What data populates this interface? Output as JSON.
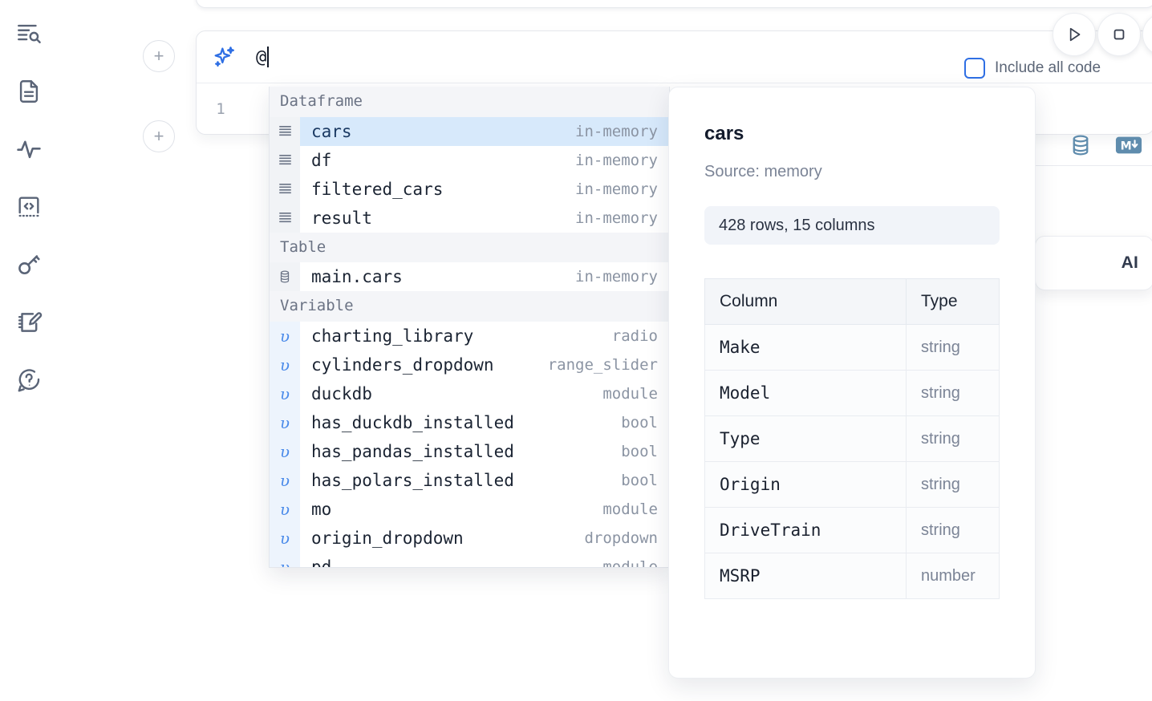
{
  "rail": {
    "items": [
      {
        "name": "explore-icon",
        "label": "Explore"
      },
      {
        "name": "file-icon",
        "label": "Files"
      },
      {
        "name": "activity-icon",
        "label": "Activity"
      },
      {
        "name": "snippets-icon",
        "label": "Snippets"
      },
      {
        "name": "secrets-key-icon",
        "label": "Secrets"
      },
      {
        "name": "scratchpad-icon",
        "label": "Scratchpad"
      },
      {
        "name": "help-icon",
        "label": "Help"
      }
    ]
  },
  "toolbar": {
    "run_label": "Run",
    "stop_label": "Stop",
    "more_label": "More",
    "include_all_code_label": "Include all code",
    "include_all_code_checked": false,
    "database_icon": "database-icon",
    "markdown_icon": "markdown-icon",
    "markdown_badge": "M↓",
    "ai_chip_label": "AI",
    "accent_color": "#2f6fe4"
  },
  "cell": {
    "add_button_label": "+",
    "ai_icon": "sparkle-icon",
    "ai_prompt_value": "@",
    "ai_prompt_placeholder": "",
    "line_number": "1",
    "code_value": ""
  },
  "autocomplete": {
    "selected": "cars",
    "groups": [
      {
        "label": "Dataframe",
        "icon": "dataframe-icon",
        "kind": "df",
        "items": [
          {
            "name": "cars",
            "type": "in-memory",
            "selected": true
          },
          {
            "name": "df",
            "type": "in-memory",
            "selected": false
          },
          {
            "name": "filtered_cars",
            "type": "in-memory",
            "selected": false
          },
          {
            "name": "result",
            "type": "in-memory",
            "selected": false
          }
        ]
      },
      {
        "label": "Table",
        "icon": "table-icon",
        "kind": "table",
        "items": [
          {
            "name": "main.cars",
            "type": "in-memory",
            "selected": false
          }
        ]
      },
      {
        "label": "Variable",
        "icon": "variable-icon",
        "kind": "var",
        "items": [
          {
            "name": "charting_library",
            "type": "radio",
            "selected": false
          },
          {
            "name": "cylinders_dropdown",
            "type": "range_slider",
            "selected": false
          },
          {
            "name": "duckdb",
            "type": "module",
            "selected": false
          },
          {
            "name": "has_duckdb_installed",
            "type": "bool",
            "selected": false
          },
          {
            "name": "has_pandas_installed",
            "type": "bool",
            "selected": false
          },
          {
            "name": "has_polars_installed",
            "type": "bool",
            "selected": false
          },
          {
            "name": "mo",
            "type": "module",
            "selected": false
          },
          {
            "name": "origin_dropdown",
            "type": "dropdown",
            "selected": false
          },
          {
            "name": "pd",
            "type": "module",
            "selected": false
          }
        ]
      }
    ]
  },
  "preview": {
    "title": "cars",
    "source": "Source: memory",
    "shape": "428 rows, 15 columns",
    "columns_header": "Column",
    "type_header": "Type",
    "rows": [
      {
        "column": "Make",
        "type": "string"
      },
      {
        "column": "Model",
        "type": "string"
      },
      {
        "column": "Type",
        "type": "string"
      },
      {
        "column": "Origin",
        "type": "string"
      },
      {
        "column": "DriveTrain",
        "type": "string"
      },
      {
        "column": "MSRP",
        "type": "number"
      }
    ]
  }
}
